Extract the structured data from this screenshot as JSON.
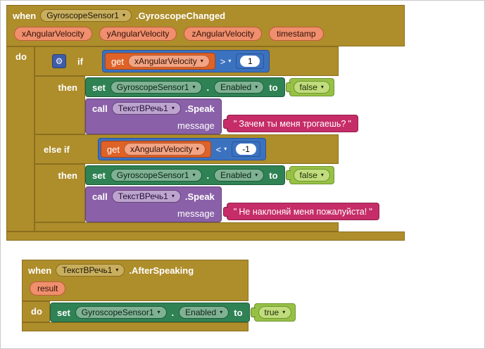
{
  "icons": {
    "dropdown_arrow": "▾",
    "gear": "⚙"
  },
  "punctuation": {
    "quote": "\"",
    "dot": "."
  },
  "event_gyroscope_changed": {
    "keyword": "when",
    "component": "GyroscopeSensor1",
    "event_name": ".GyroscopeChanged",
    "params": [
      "xAngularVelocity",
      "yAngularVelocity",
      "zAngularVelocity",
      "timestamp"
    ],
    "do_label": "do",
    "if_block": {
      "if_label": "if",
      "then_label": "then",
      "else_if_label": "else if",
      "branch1": {
        "condition": {
          "get_label": "get",
          "variable": "xAngularVelocity",
          "operator": ">",
          "value": "1"
        },
        "set": {
          "keyword": "set",
          "component": "GyroscopeSensor1",
          "property": "Enabled",
          "to_label": "to",
          "value": "false"
        },
        "call": {
          "keyword": "call",
          "component": "ТекстВРечь1",
          "method": ".Speak",
          "arg_label": "message",
          "text": " Зачем ты меня трогаешь? "
        }
      },
      "branch2": {
        "condition": {
          "get_label": "get",
          "variable": "xAngularVelocity",
          "operator": "<",
          "value": "-1"
        },
        "set": {
          "keyword": "set",
          "component": "GyroscopeSensor1",
          "property": "Enabled",
          "to_label": "to",
          "value": "false"
        },
        "call": {
          "keyword": "call",
          "component": "ТекстВРечь1",
          "method": ".Speak",
          "arg_label": "message",
          "text": " Не наклоняй меня пожалуйста! "
        }
      }
    }
  },
  "event_after_speaking": {
    "keyword": "when",
    "component": "ТекстВРечь1",
    "event_name": ".AfterSpeaking",
    "params": [
      "result"
    ],
    "do_label": "do",
    "set": {
      "keyword": "set",
      "component": "GyroscopeSensor1",
      "property": "Enabled",
      "to_label": "to",
      "value": "true"
    }
  }
}
